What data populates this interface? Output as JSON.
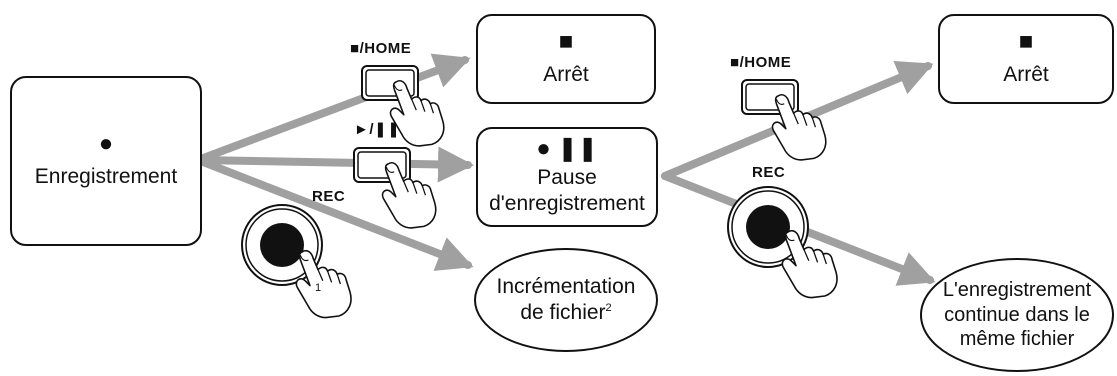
{
  "nodes": {
    "recording": {
      "symbol": "●",
      "label": "Enregistrement"
    },
    "stop1": {
      "symbol": "■",
      "label": "Arrêt"
    },
    "pause": {
      "symbol": "● ❚❚",
      "line1": "Pause",
      "line2": "d'enregistrement"
    },
    "increment": {
      "line1": "Incrémentation",
      "line2": "de fichier",
      "note": "2"
    },
    "stop2": {
      "symbol": "■",
      "label": "Arrêt"
    },
    "continue": {
      "line1": "L'enregistrement",
      "line2": "continue dans le",
      "line3": "même fichier"
    }
  },
  "buttons": {
    "stop_home_1": {
      "icon": "■",
      "text": "/HOME"
    },
    "play_pause": {
      "icon": "►",
      "text": "/❚❚"
    },
    "rec_1": {
      "text": "REC",
      "note": "1"
    },
    "stop_home_2": {
      "icon": "■",
      "text": "/HOME"
    },
    "rec_2": {
      "text": "REC"
    }
  },
  "colors": {
    "arrow": "#a0a0a0",
    "outline": "#111111",
    "hand_fill": "#ffffff",
    "button_fill": "#ffffff"
  },
  "icons": [
    "hand-press-icon",
    "stop-button-icon",
    "play-pause-button-icon",
    "rec-button-icon"
  ]
}
